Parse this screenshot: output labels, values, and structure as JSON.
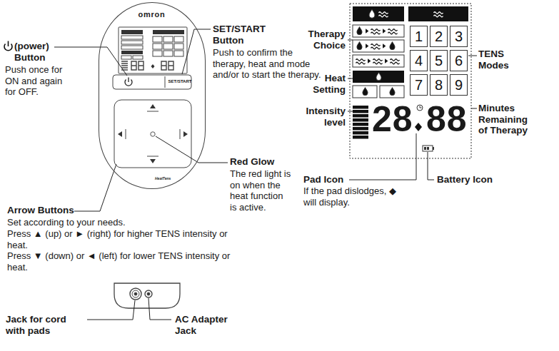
{
  "diagram": {
    "nodes": [
      {
        "text": [
          "omron",
          "HeatTens"
        ]
      },
      {
        "text": [
          "SET/START"
        ],
        "in": 0
      },
      {
        "text": [
          "1"
        ]
      },
      {
        "text": [
          "2"
        ]
      },
      {
        "text": [
          "3"
        ]
      },
      {
        "text": [
          "4"
        ]
      },
      {
        "text": [
          "5"
        ]
      },
      {
        "text": [
          "6"
        ]
      },
      {
        "text": [
          "7"
        ]
      },
      {
        "text": [
          "8"
        ]
      },
      {
        "text": [
          "9"
        ]
      }
    ],
    "labels": [
      "(power) Button",
      "Push once for ON and again for OFF.",
      "SET/START Button",
      "Push to confirm the therapy, heat and mode and/or to start the therapy.",
      "Red Glow",
      "The red light is on when the heat function is active.",
      "Arrow Buttons",
      "Set according to your needs.",
      "Press ▲ (up) or ► (right) for higher TENS intensity or heat.",
      "Press ▼ (down) or ◄ (left) for lower TENS intensity or heat.",
      "Jack for cord with pads",
      "AC Adapter Jack",
      "Therapy Choice",
      "Heat Setting",
      "Intensity level",
      "28",
      "88",
      "Pad Icon",
      "If the pad dislodges, ◆ will display.",
      "Battery Icon",
      "TENS Modes",
      "Minutes Remaining of Therapy"
    ]
  }
}
